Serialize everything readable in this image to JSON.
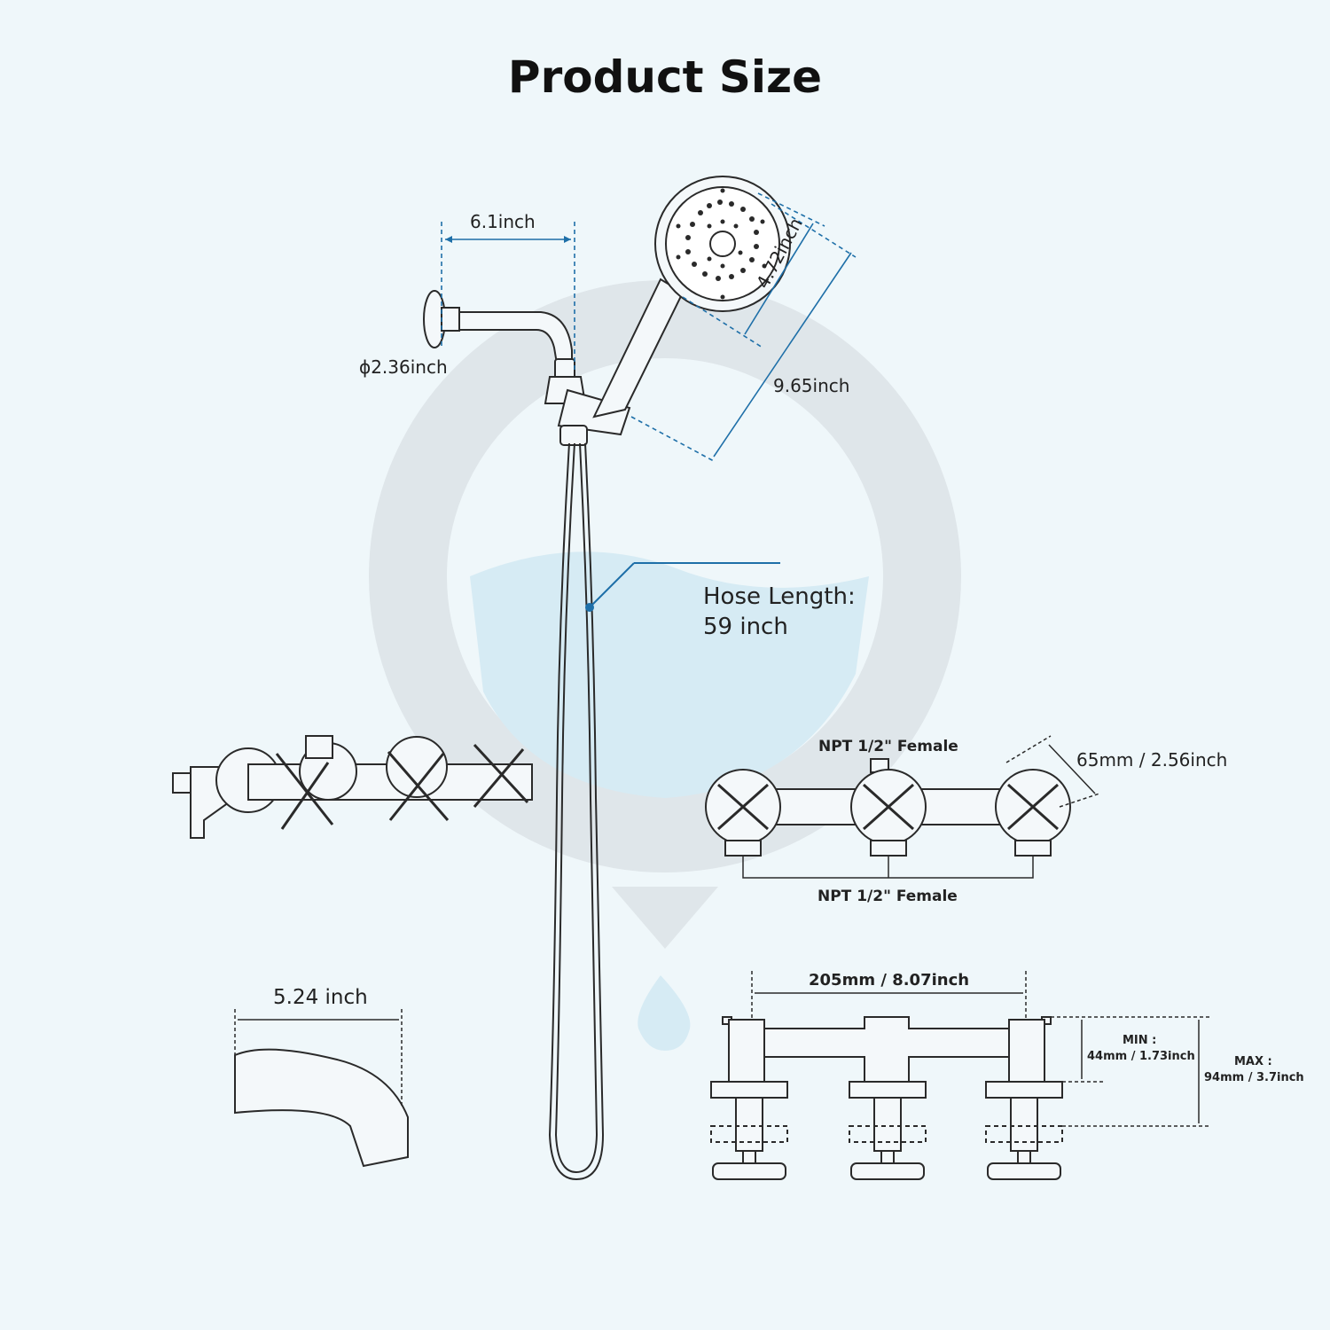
{
  "title": "Product Size",
  "labels": {
    "arm_length": "6.1inch",
    "flange_diameter": "ϕ2.36inch",
    "head_diameter": "4.72inch",
    "handheld_length": "9.65inch",
    "hose_length_line1": "Hose Length:",
    "hose_length_line2": "59 inch",
    "npt_top": "NPT 1/2\" Female",
    "npt_bottom": "NPT 1/2\" Female",
    "handle_size": "65mm / 2.56inch",
    "spout_length": "5.24 inch",
    "valve_width": "205mm / 8.07inch",
    "min_label": "MIN :",
    "min_value": "44mm / 1.73inch",
    "max_label": "MAX :",
    "max_value": "94mm / 3.7inch"
  },
  "colors": {
    "accent": "#1e6fa8",
    "line": "#2a2a2a",
    "background": "#eff7fa",
    "watermark": "#dfe6ea",
    "water": "#d6ebf4"
  }
}
